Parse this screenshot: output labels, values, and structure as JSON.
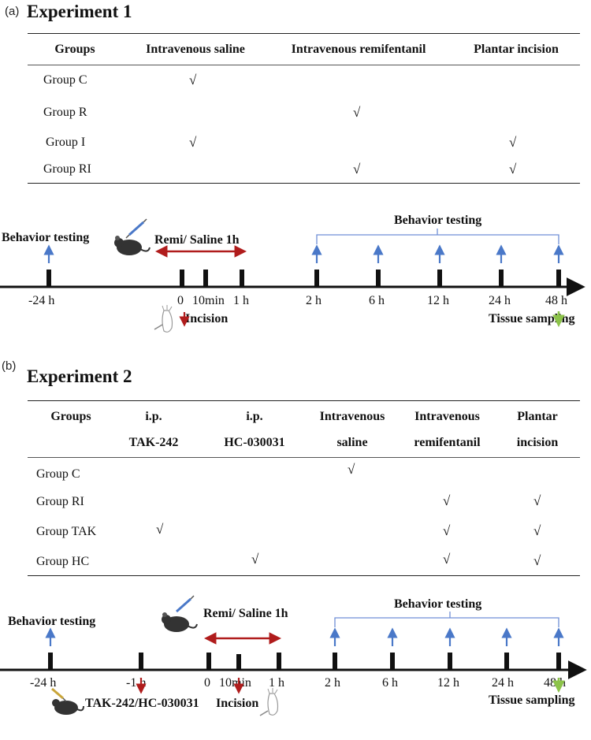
{
  "panel_a": {
    "label": "(a)",
    "title": "Experiment 1",
    "headers": [
      "Groups",
      "Intravenous saline",
      "Intravenous remifentanil",
      "Plantar incision"
    ],
    "rows": [
      {
        "group": "Group C",
        "cells": [
          "√",
          "",
          ""
        ]
      },
      {
        "group": "Group R",
        "cells": [
          "",
          "√",
          ""
        ]
      },
      {
        "group": "Group I",
        "cells": [
          "√",
          "",
          "√"
        ]
      },
      {
        "group": "Group RI",
        "cells": [
          "",
          "√",
          "√"
        ]
      }
    ],
    "timeline": {
      "behavior_testing_left": "Behavior testing",
      "behavior_testing_bracket": "Behavior testing",
      "infusion_label": "Remi/ Saline 1h",
      "incision_label": "Incision",
      "tissue_label": "Tissue sampling",
      "ticks": [
        "-24 h",
        "0",
        "10min",
        "1 h",
        "2 h",
        "6 h",
        "12 h",
        "24 h",
        "48 h"
      ]
    }
  },
  "panel_b": {
    "label": "(b)",
    "title": "Experiment 2",
    "headers_line1": [
      "Groups",
      "i.p.",
      "i.p.",
      "Intravenous",
      "Intravenous",
      "Plantar"
    ],
    "headers_line2": [
      "",
      "TAK-242",
      "HC-030031",
      "saline",
      "remifentanil",
      "incision"
    ],
    "rows": [
      {
        "group": "Group C",
        "cells": [
          "",
          "",
          "√",
          "",
          ""
        ]
      },
      {
        "group": "Group RI",
        "cells": [
          "",
          "",
          "",
          "√",
          "√"
        ]
      },
      {
        "group": "Group TAK",
        "cells": [
          "√",
          "",
          "",
          "√",
          "√"
        ]
      },
      {
        "group": "Group HC",
        "cells": [
          "",
          "√",
          "",
          "√",
          "√"
        ]
      }
    ],
    "timeline": {
      "behavior_testing_left": "Behavior testing",
      "behavior_testing_bracket": "Behavior testing",
      "infusion_label": "Remi/ Saline 1h",
      "incision_label": "Incision",
      "drug_label": "TAK-242/HC-030031",
      "tissue_label": "Tissue sampling",
      "ticks": [
        "-24 h",
        "-1 h",
        "0",
        "10min",
        "1 h",
        "2 h",
        "6 h",
        "12 h",
        "24 h",
        "48 h"
      ]
    }
  },
  "colors": {
    "red": "#b01c1c",
    "blue": "#4a78c8",
    "green": "#8cc34a",
    "bracket": "#6f8fd6"
  }
}
